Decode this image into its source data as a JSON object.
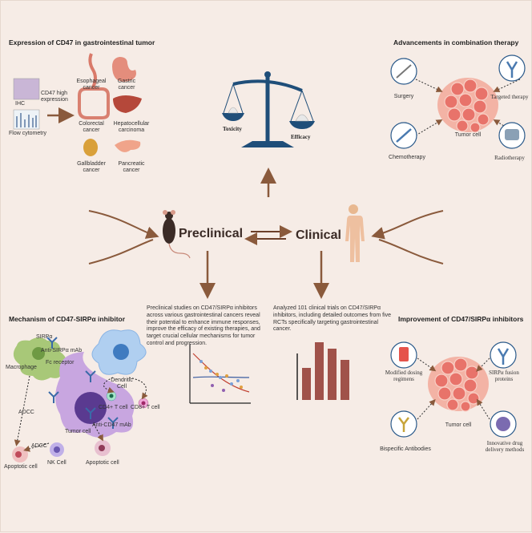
{
  "panels": {
    "expression": {
      "title": "Expression of CD47 in gastrointestinal tumor",
      "ihc": "IHC",
      "cd47_high": "CD47 high expression",
      "flow": "Flow cytometry",
      "organs": [
        "Esophageal cancer",
        "Gastric cancer",
        "Colorectal cancer",
        "Hepatocellular carcinoma",
        "Gallbladder cancer",
        "Pancreatic cancer"
      ]
    },
    "combination": {
      "title": "Advancements in combination therapy",
      "surgery": "Surgery",
      "targeted": "Targeted therapy",
      "chemo": "Chemotherapy",
      "radio": "Radiotherapy",
      "tumor": "Tumor cell"
    },
    "scale": {
      "left": "Toxicity",
      "right": "Efficacy"
    },
    "center": {
      "preclinical": "Preclinical",
      "clinical": "Clinical"
    },
    "texts": {
      "preclinical": "Preclinical studies on CD47/SIRPα inhibitors across various gastrointestinal cancers reveal their potential to enhance immune responses, improve the efficacy of existing therapies, and target crucial cellular mechanisms for tumor control and progression.",
      "clinical": "Analyzed 101 clinical trials on CD47/SIRPα inhibitors, including detailed outcomes from five RCTs specifically targeting gastrointestinal cancer."
    },
    "mechanism": {
      "title": "Mechanism of CD47-SIRPα inhibitor",
      "sirpa": "SIRPα",
      "anti_sirpa": "Anti-SIRPα mAb",
      "macrophage": "Macrophage",
      "fc": "Fc receptor",
      "dendritic": "Dendritic Cell",
      "cd4": "CD4+ T cell",
      "cd8": "CD8+ T cell",
      "adcc1": "ADCC",
      "adcc2": "ADCC",
      "tumor": "Tumor cell",
      "anti_cd47": "Anti-CD47 mAb",
      "apoptotic1": "Apoptotic cell",
      "nk": "NK Cell",
      "apoptotic2": "Apoptotic cell"
    },
    "improvement": {
      "title": "Improvement of CD47/SIRPα inhibitors",
      "dosing": "Modified dosing regimens",
      "fusion": "SIRPα fusion proteins",
      "tumor": "Tumor cell",
      "bispecific": "Bispecific Antibodies",
      "delivery": "Innovative drug delivery methods"
    }
  },
  "colors": {
    "background": "#f6ece6",
    "arrow": "#8a5a3c",
    "scale": "#1f4e79",
    "tumor": "#e8736a",
    "bar": "#a0524a"
  }
}
